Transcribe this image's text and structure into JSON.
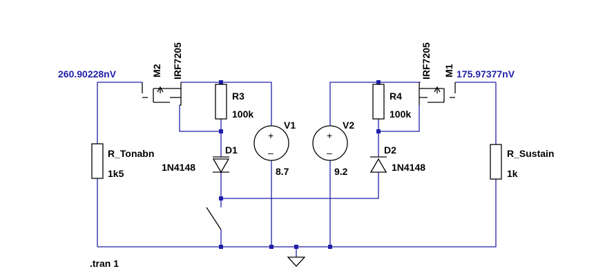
{
  "colors": {
    "wire": "#1f1fa8",
    "component": "#000000",
    "background": "#ffffff",
    "voltage_label": "#1f1fa8"
  },
  "components": {
    "m2": {
      "ref": "M2",
      "part": "IRF7205"
    },
    "m1": {
      "ref": "M1",
      "part": "IRF7205"
    },
    "r3": {
      "ref": "R3",
      "value": "100k"
    },
    "r4": {
      "ref": "R4",
      "value": "100k"
    },
    "r_tonabn": {
      "ref": "R_Tonabn",
      "value": "1k5"
    },
    "r_sustain": {
      "ref": "R_Sustain",
      "value": "1k"
    },
    "d1": {
      "ref": "D1",
      "part": "1N4148"
    },
    "d2": {
      "ref": "D2",
      "part": "1N4148"
    },
    "v1": {
      "ref": "V1",
      "value": "8.7"
    },
    "v2": {
      "ref": "V2",
      "value": "9.2"
    }
  },
  "probes": {
    "left": "260.90228nV",
    "right": "175.97377nV"
  },
  "directive": ".tran 1",
  "source_polarity": {
    "plus": "+",
    "minus": "–"
  },
  "icons": {
    "ground": "ground-icon",
    "junction": "junction-dot",
    "switch": "switch-icon"
  }
}
